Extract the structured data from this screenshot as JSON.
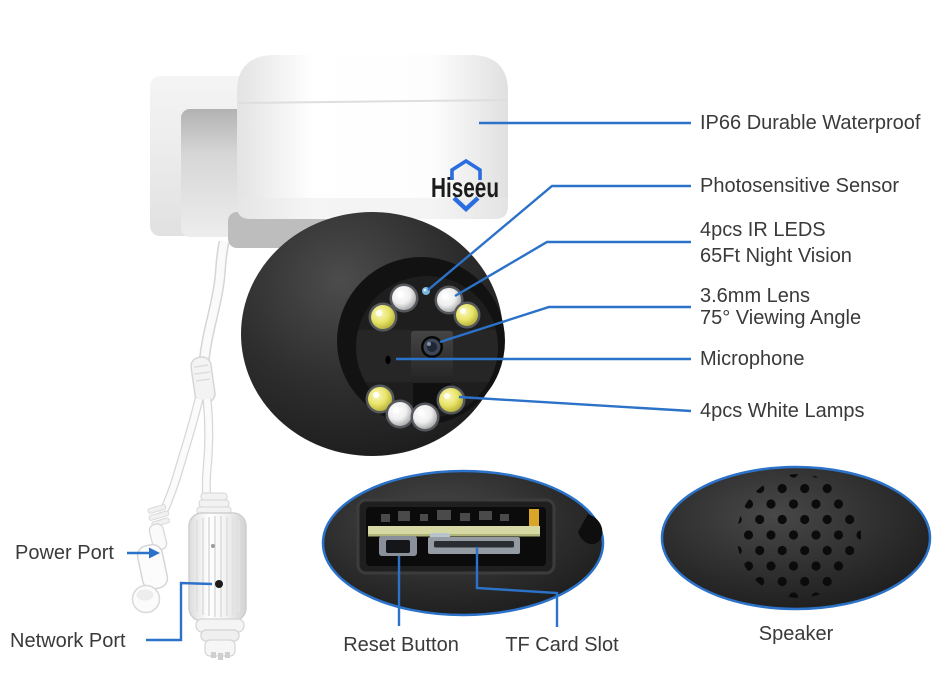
{
  "product": {
    "brand": "Hiseeu"
  },
  "annotations": {
    "ip66": "IP66 Durable Waterproof",
    "photosensitive": "Photosensitive Sensor",
    "ir_leds": {
      "line1": "4pcs IR LEDS",
      "line2": "65Ft Night Vision"
    },
    "lens": {
      "line1": "3.6mm Lens",
      "line2": "75° Viewing Angle"
    },
    "microphone": "Microphone",
    "white_lamps": "4pcs White Lamps",
    "power_port": "Power Port",
    "network_port": "Network Port",
    "reset_button": "Reset Button",
    "tf_card_slot": "TF Card Slot",
    "speaker": "Speaker"
  },
  "colors": {
    "callout_line": "#2b72c8",
    "logo_blue": "#2a6de0",
    "label_text": "#3a3a3a",
    "led_yellow": "#e5e06a",
    "led_white": "#f2f2f2",
    "sensor_blue": "#7ab6d9"
  }
}
